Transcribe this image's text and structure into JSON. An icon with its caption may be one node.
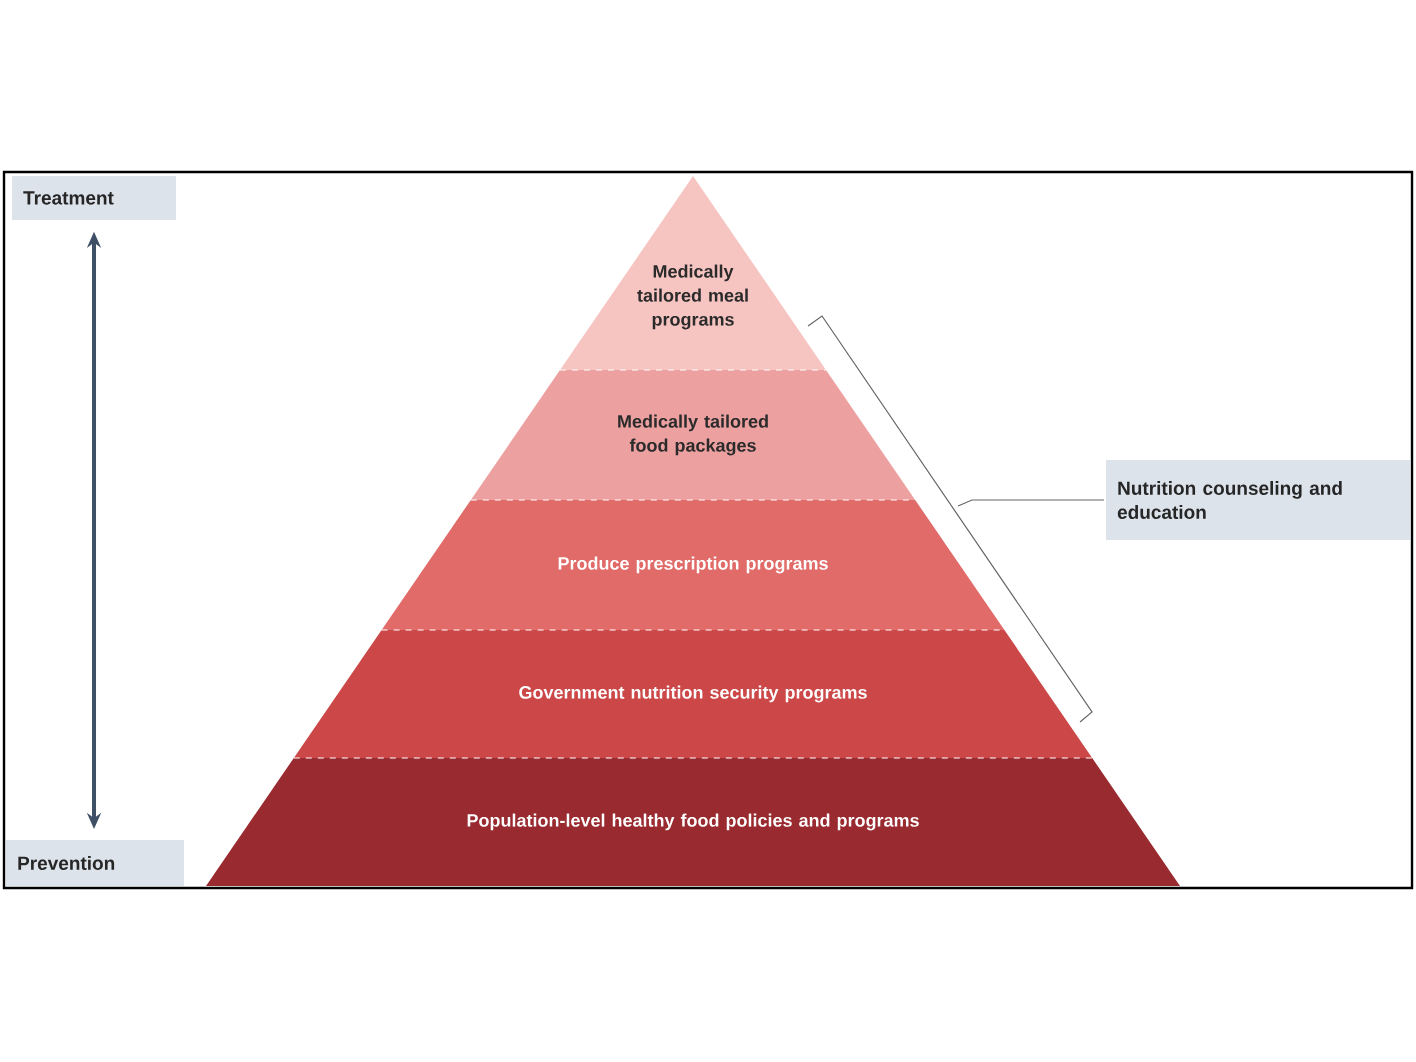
{
  "diagram": {
    "nodes": [
      {
        "text": [
          "Treatment"
        ]
      },
      {
        "text": [
          "Medically tailored meal programs"
        ]
      },
      {
        "text": [
          "Medically tailored food packages"
        ]
      },
      {
        "text": [
          "Produce prescription programs"
        ]
      },
      {
        "text": [
          "Government nutrition security programs"
        ]
      },
      {
        "text": [
          "Population-level healthy food policies and programs"
        ]
      },
      {
        "text": [
          "Prevention"
        ]
      },
      {
        "text": [
          "Nutrition counseling and education"
        ]
      }
    ],
    "edges": [
      {
        "from": 0,
        "to": 6,
        "arrow": "both"
      }
    ]
  }
}
